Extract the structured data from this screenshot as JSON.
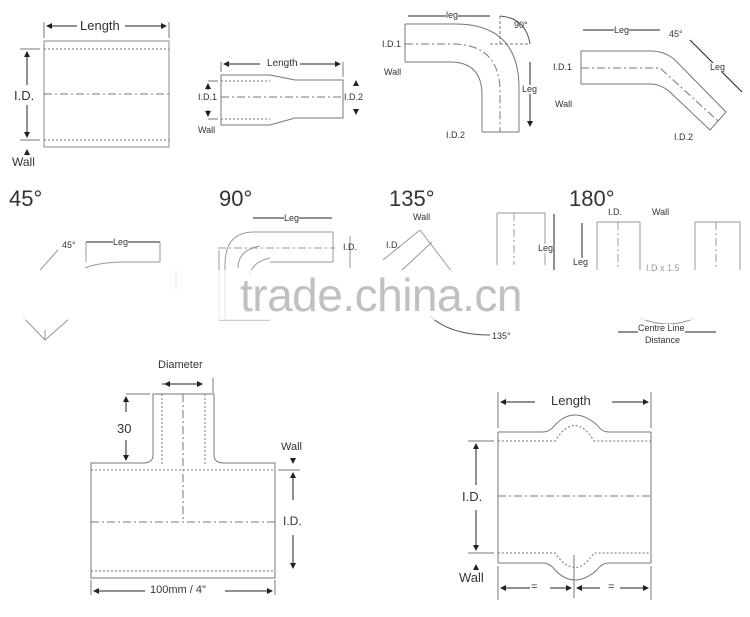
{
  "diagrams": {
    "straight": {
      "length": "Length",
      "id": "I.D.",
      "wall": "Wall"
    },
    "reducer": {
      "length": "Length",
      "id1": "I.D.1",
      "id2": "I.D.2",
      "wall": "Wall"
    },
    "elbow_90_top": {
      "leg1": "leg",
      "angle": "90°",
      "id1": "I.D.1",
      "wall": "Wall",
      "leg2": "Leg",
      "id2": "I.D.2"
    },
    "elbow_45_top": {
      "leg1": "Leg",
      "angle": "45°",
      "id1": "I.D.1",
      "wall": "Wall",
      "leg2": "Leg",
      "id2": "I.D.2"
    },
    "elbow_45": {
      "title": "45°",
      "angle": "45°",
      "leg": "Leg"
    },
    "elbow_90": {
      "title": "90°",
      "leg": "Leg",
      "id": "I.D."
    },
    "elbow_135": {
      "title": "135°",
      "wall": "Wall",
      "id": "I.D.",
      "leg": "Leg",
      "angle": "135°"
    },
    "elbow_180": {
      "title": "180°",
      "id": "I.D.",
      "wall": "Wall",
      "leg": "Leg",
      "radius": "I.D x 1.5",
      "centre_line_1": "Centre Line",
      "centre_line_2": "Distance"
    },
    "tee": {
      "diameter": "Diameter",
      "height": "30",
      "wall": "Wall",
      "id": "I.D.",
      "length": "100mm / 4\""
    },
    "hump": {
      "length": "Length",
      "id": "I.D.",
      "wall": "Wall",
      "equal_left": "=",
      "equal_right": "="
    }
  },
  "watermark": "trade.china.cn"
}
